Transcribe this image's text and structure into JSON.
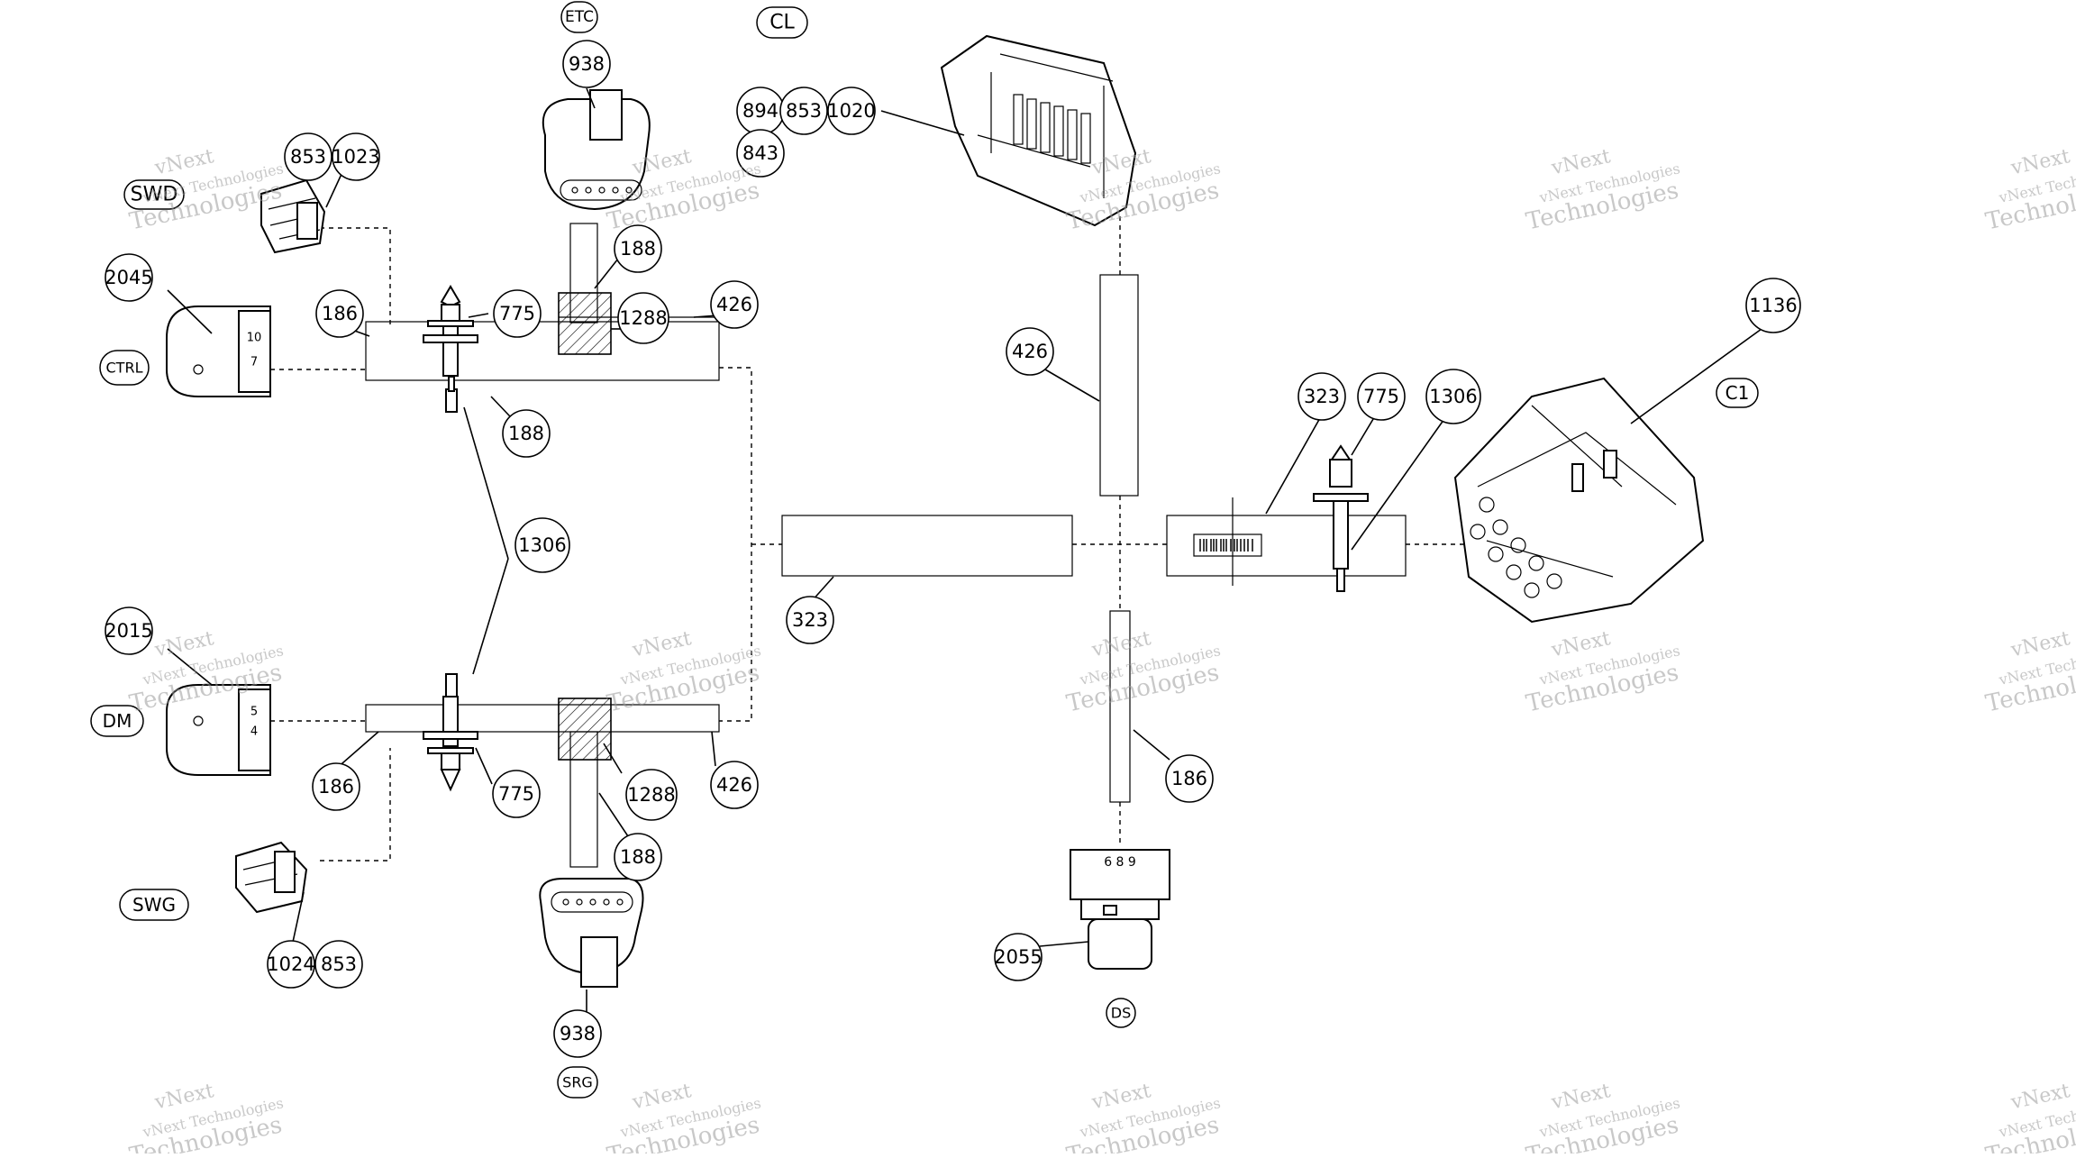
{
  "connectors": [
    {
      "id": "etc",
      "label": "ETC"
    },
    {
      "id": "cl",
      "label": "CL"
    },
    {
      "id": "swd",
      "label": "SWD"
    },
    {
      "id": "ctrl",
      "label": "CTRL"
    },
    {
      "id": "c1",
      "label": "C1"
    },
    {
      "id": "dm",
      "label": "DM"
    },
    {
      "id": "swg",
      "label": "SWG"
    },
    {
      "id": "ds",
      "label": "DS"
    },
    {
      "id": "srg",
      "label": "SRG"
    }
  ],
  "callouts": [
    {
      "id": "c938a",
      "label": "938"
    },
    {
      "id": "c894",
      "label": "894"
    },
    {
      "id": "c853a",
      "label": "853"
    },
    {
      "id": "c1020",
      "label": "1020"
    },
    {
      "id": "c843",
      "label": "843"
    },
    {
      "id": "c853b",
      "label": "853"
    },
    {
      "id": "c1023",
      "label": "1023"
    },
    {
      "id": "c188a",
      "label": "188"
    },
    {
      "id": "c2045",
      "label": "2045"
    },
    {
      "id": "c186a",
      "label": "186"
    },
    {
      "id": "c775a",
      "label": "775"
    },
    {
      "id": "c1288a",
      "label": "1288"
    },
    {
      "id": "c426a",
      "label": "426"
    },
    {
      "id": "c188b",
      "label": "188"
    },
    {
      "id": "c426b",
      "label": "426"
    },
    {
      "id": "c1136",
      "label": "1136"
    },
    {
      "id": "c323a",
      "label": "323"
    },
    {
      "id": "c775b",
      "label": "775"
    },
    {
      "id": "c1306a",
      "label": "1306"
    },
    {
      "id": "c1306b",
      "label": "1306"
    },
    {
      "id": "c323b",
      "label": "323"
    },
    {
      "id": "c2015",
      "label": "2015"
    },
    {
      "id": "c186b",
      "label": "186"
    },
    {
      "id": "c775c",
      "label": "775"
    },
    {
      "id": "c1288b",
      "label": "1288"
    },
    {
      "id": "c426c",
      "label": "426"
    },
    {
      "id": "c188c",
      "label": "188"
    },
    {
      "id": "c186c",
      "label": "186"
    },
    {
      "id": "c1024",
      "label": "1024"
    },
    {
      "id": "c853c",
      "label": "853"
    },
    {
      "id": "c2055",
      "label": "2055"
    },
    {
      "id": "c938b",
      "label": "938"
    }
  ],
  "pin_marks": {
    "ctrl_top": "10",
    "ctrl_bottom": "7",
    "dm_top": "5",
    "dm_bottom": "4",
    "ds": "6 8 9"
  },
  "watermark": {
    "brand_line": "vNext Technologies",
    "short_line": "vNext",
    "second_line": "Technologies"
  }
}
